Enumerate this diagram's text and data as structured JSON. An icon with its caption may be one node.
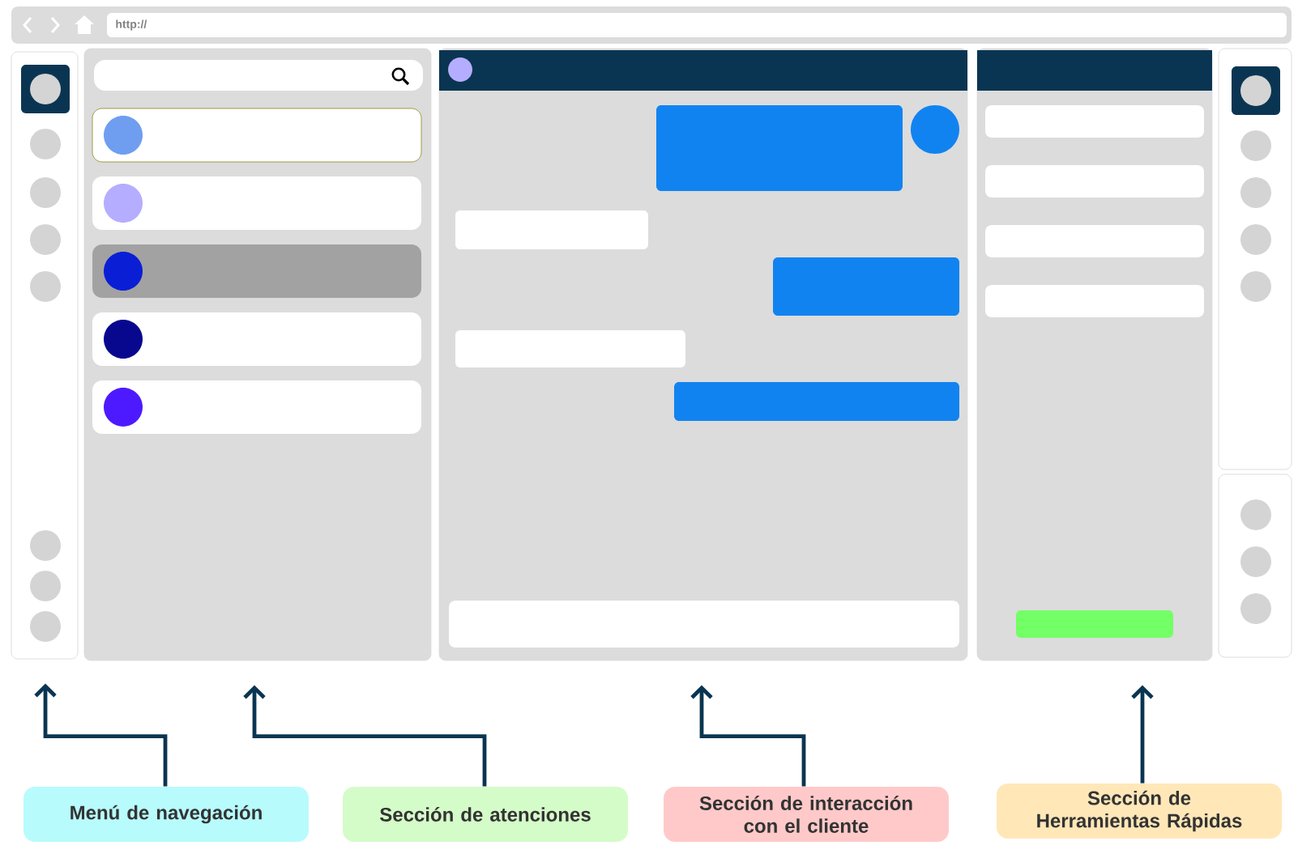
{
  "diagram": {
    "nodes": [
      {
        "text": [],
        "shape": "box"
      },
      {
        "text": [],
        "shape": "box"
      },
      {
        "text": [],
        "shape": "box"
      },
      {
        "text": [],
        "shape": "box"
      },
      {
        "text": [
          "Menú de navegación"
        ]
      },
      {
        "text": [
          "Sección de atenciones"
        ]
      },
      {
        "text": [
          "Sección de interacción con el cliente"
        ]
      },
      {
        "text": [
          "Sección de Herramientas Rápidas"
        ]
      }
    ],
    "edges": [
      {
        "from": 4,
        "to": 0,
        "arrow": "to"
      },
      {
        "from": 5,
        "to": 1,
        "arrow": "to"
      },
      {
        "from": 6,
        "to": 2,
        "arrow": "to"
      },
      {
        "from": 7,
        "to": 3,
        "arrow": "to"
      }
    ],
    "labels": [
      "http://"
    ]
  }
}
